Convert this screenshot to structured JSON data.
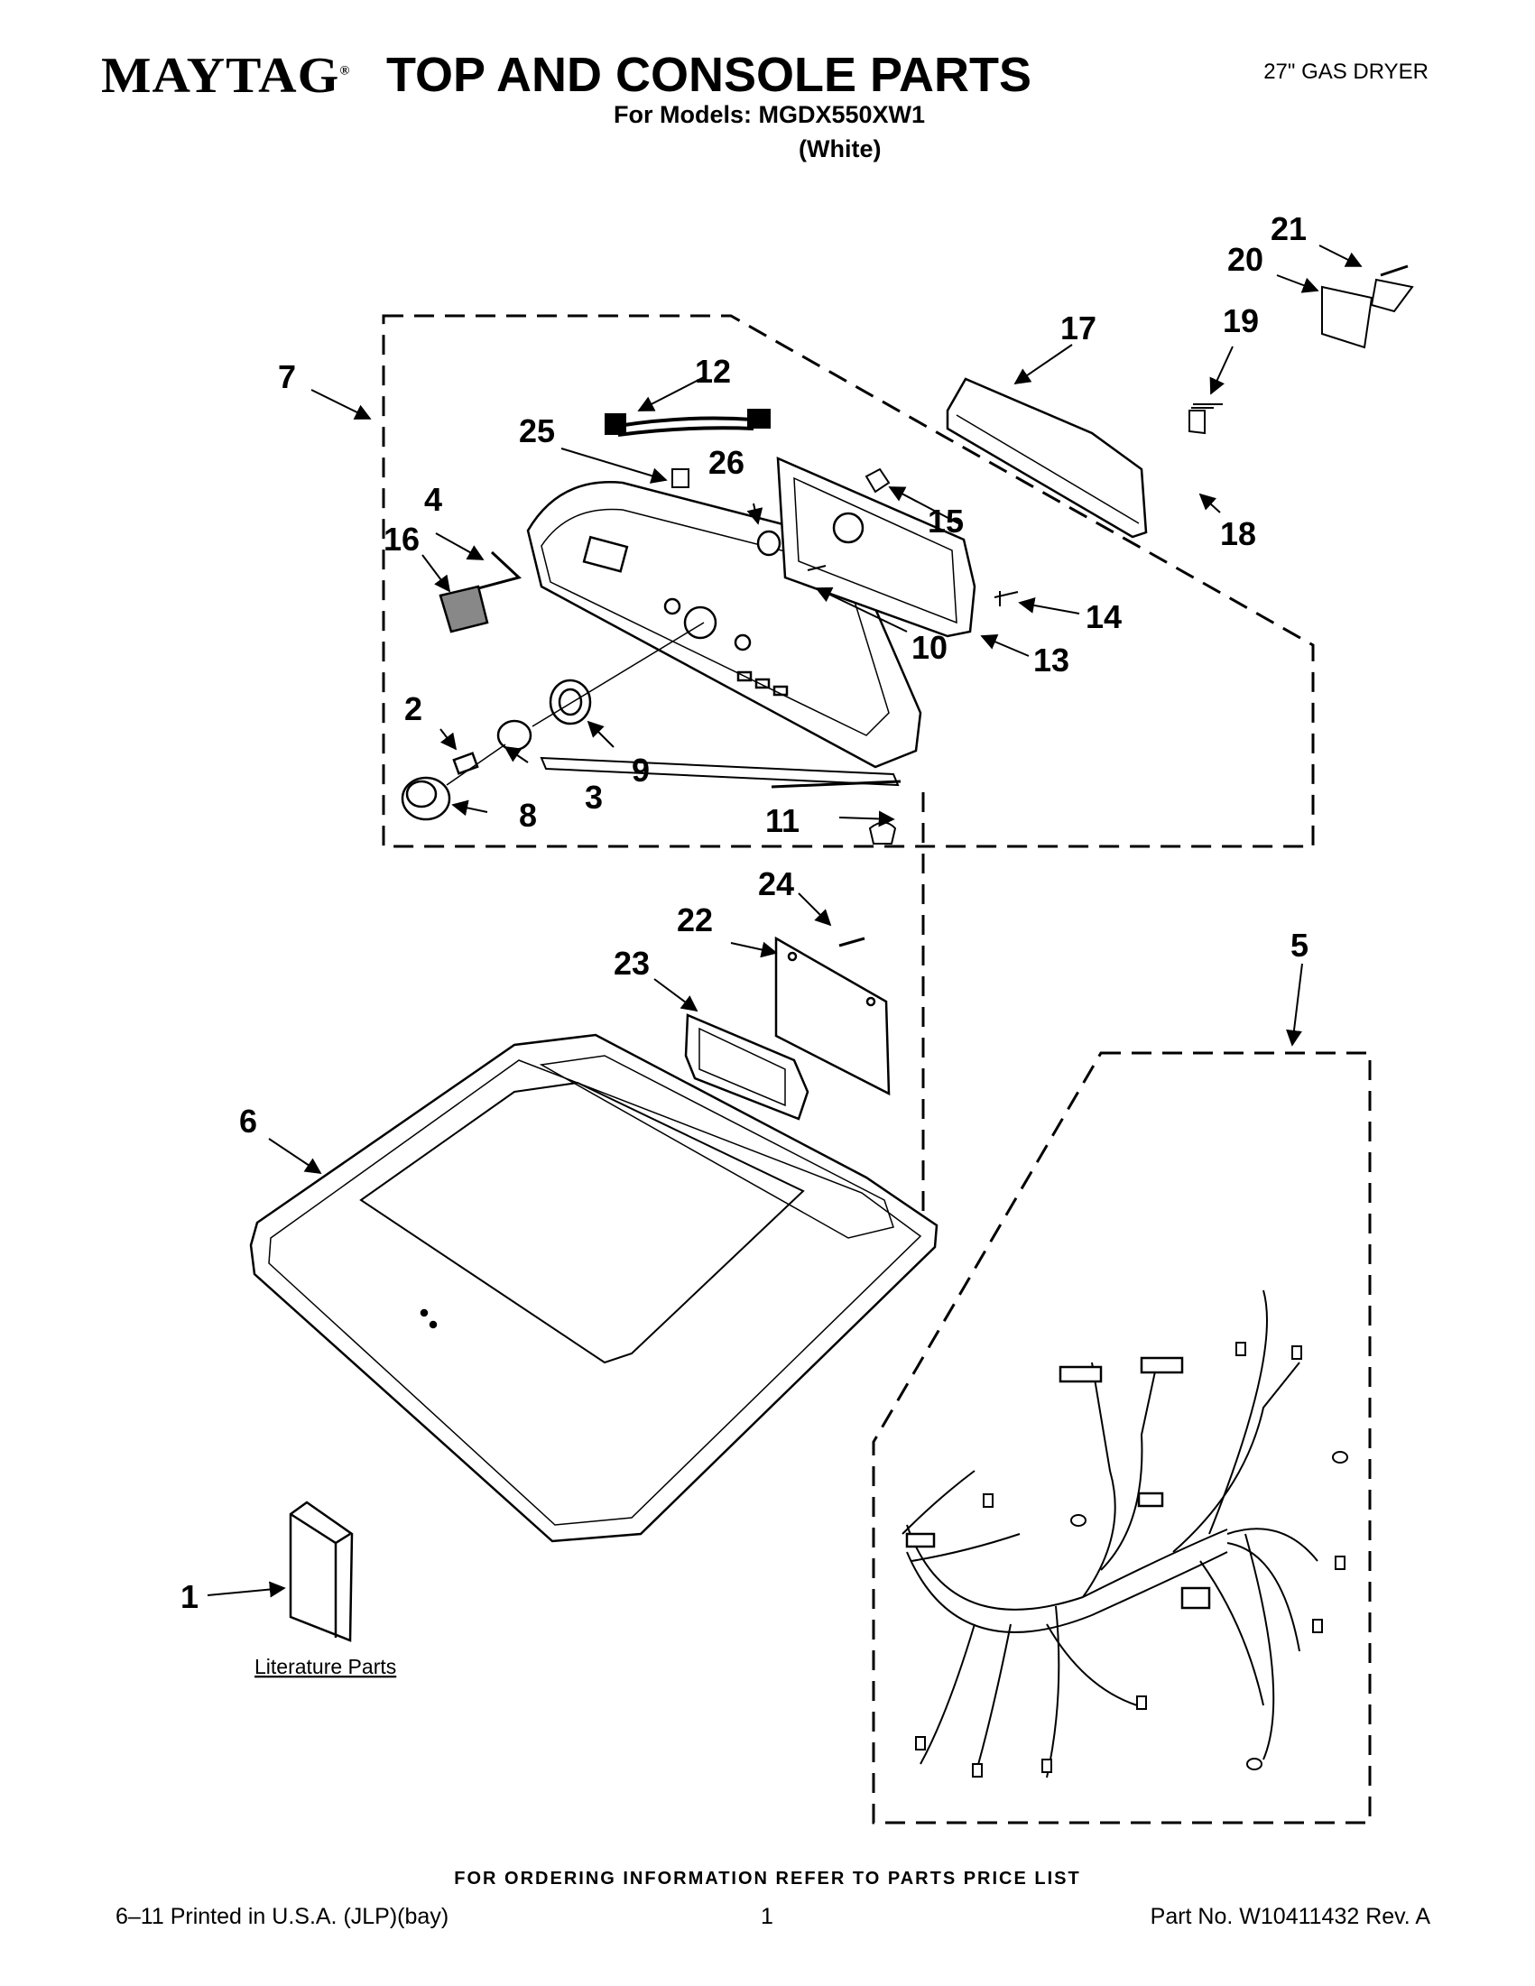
{
  "header": {
    "brand": "MAYTAG",
    "brand_mark": "®",
    "title": "TOP AND CONSOLE PARTS",
    "product": "27\" GAS DRYER",
    "models": "For Models: MGDX550XW1",
    "color": "(White)"
  },
  "callouts": [
    "1",
    "2",
    "3",
    "4",
    "5",
    "6",
    "7",
    "8",
    "9",
    "10",
    "11",
    "12",
    "13",
    "14",
    "15",
    "16",
    "17",
    "18",
    "19",
    "20",
    "21",
    "22",
    "23",
    "24",
    "25",
    "26"
  ],
  "literature_label": "Literature Parts",
  "footer": {
    "ordering": "FOR ORDERING INFORMATION REFER TO PARTS PRICE LIST",
    "printed": "6–11 Printed in U.S.A. (JLP)(bay)",
    "page": "1",
    "part_no": "Part No. W10411432 Rev. A"
  }
}
